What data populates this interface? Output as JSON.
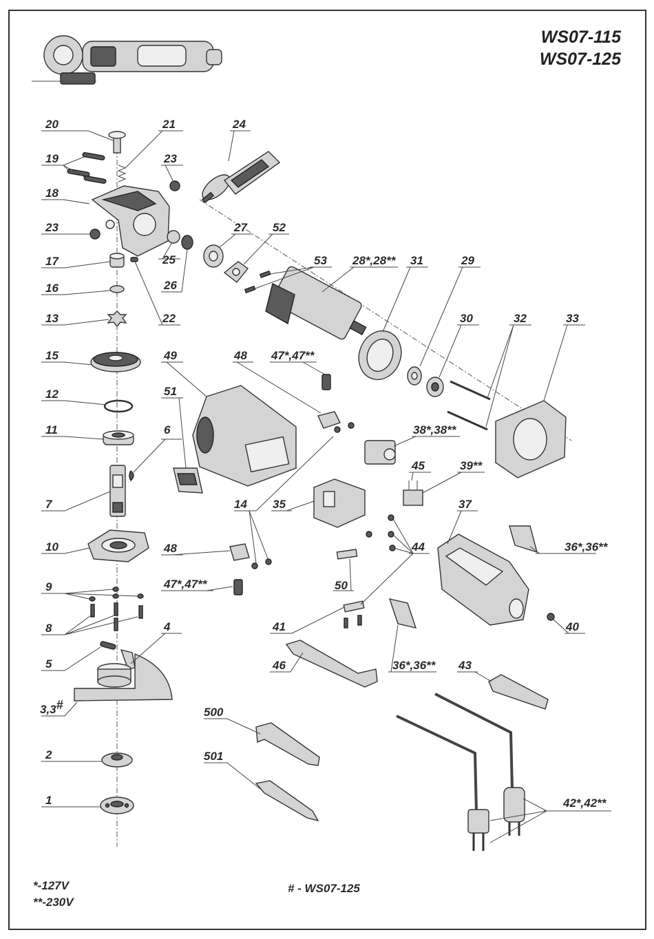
{
  "models": [
    "WS07-115",
    "WS07-125"
  ],
  "notes": {
    "v127": "*-127V",
    "v230": "**-230V",
    "hash": "# - WS07-125"
  },
  "labels": {
    "p1": "1",
    "p2": "2",
    "p3": "3,3",
    "p3hash": "#",
    "p4": "4",
    "p5": "5",
    "p6": "6",
    "p7": "7",
    "p8": "8",
    "p9": "9",
    "p10": "10",
    "p11": "11",
    "p12": "12",
    "p13": "13",
    "p14": "14",
    "p15": "15",
    "p16": "16",
    "p17": "17",
    "p18": "18",
    "p19": "19",
    "p20": "20",
    "p21": "21",
    "p22": "22",
    "p23a": "23",
    "p23b": "23",
    "p24": "24",
    "p25": "25",
    "p26": "26",
    "p27": "27",
    "p28": "28*,28**",
    "p29": "29",
    "p30": "30",
    "p31": "31",
    "p32": "32",
    "p33": "33",
    "p35": "35",
    "p36a": "36*,36**",
    "p36b": "36*,36**",
    "p37": "37",
    "p38": "38*,38**",
    "p39": "39**",
    "p40": "40",
    "p41": "41",
    "p42": "42*,42**",
    "p43": "43",
    "p44": "44",
    "p45": "45",
    "p46": "46",
    "p47a": "47*,47**",
    "p47b": "47*,47**",
    "p48a": "48",
    "p48b": "48",
    "p49": "49",
    "p50": "50",
    "p51": "51",
    "p52": "52",
    "p53": "53",
    "p500": "500",
    "p501": "501"
  }
}
